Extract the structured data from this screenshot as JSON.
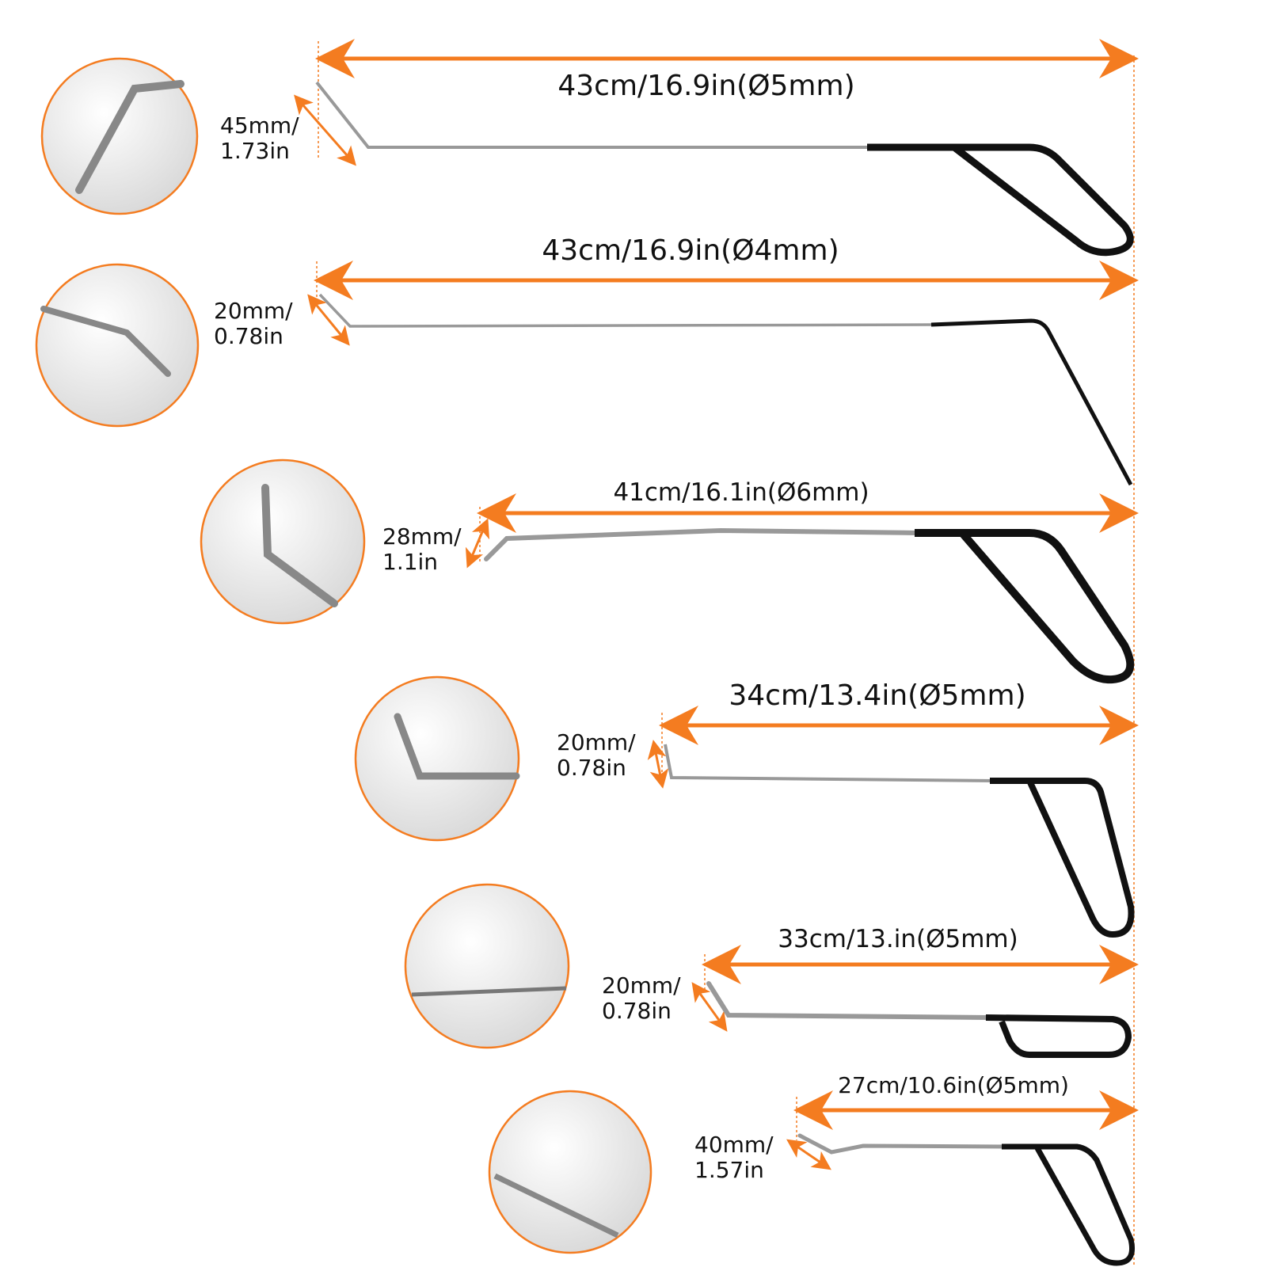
{
  "colors": {
    "accent": "#f47c20",
    "handle": "#111111",
    "rod": "#b8b8b8"
  },
  "tools": [
    {
      "length_label": "43cm/16.9in(Ø5mm)",
      "tip_line1": "45mm/",
      "tip_line2": "1.73in"
    },
    {
      "length_label": "43cm/16.9in(Ø4mm)",
      "tip_line1": "20mm/",
      "tip_line2": "0.78in"
    },
    {
      "length_label": "41cm/16.1in(Ø6mm)",
      "tip_line1": "28mm/",
      "tip_line2": "1.1in"
    },
    {
      "length_label": "34cm/13.4in(Ø5mm)",
      "tip_line1": "20mm/",
      "tip_line2": "0.78in"
    },
    {
      "length_label": "33cm/13.in(Ø5mm)",
      "tip_line1": "20mm/",
      "tip_line2": "0.78in"
    },
    {
      "length_label": "27cm/10.6in(Ø5mm)",
      "tip_line1": "40mm/",
      "tip_line2": "1.57in"
    }
  ]
}
